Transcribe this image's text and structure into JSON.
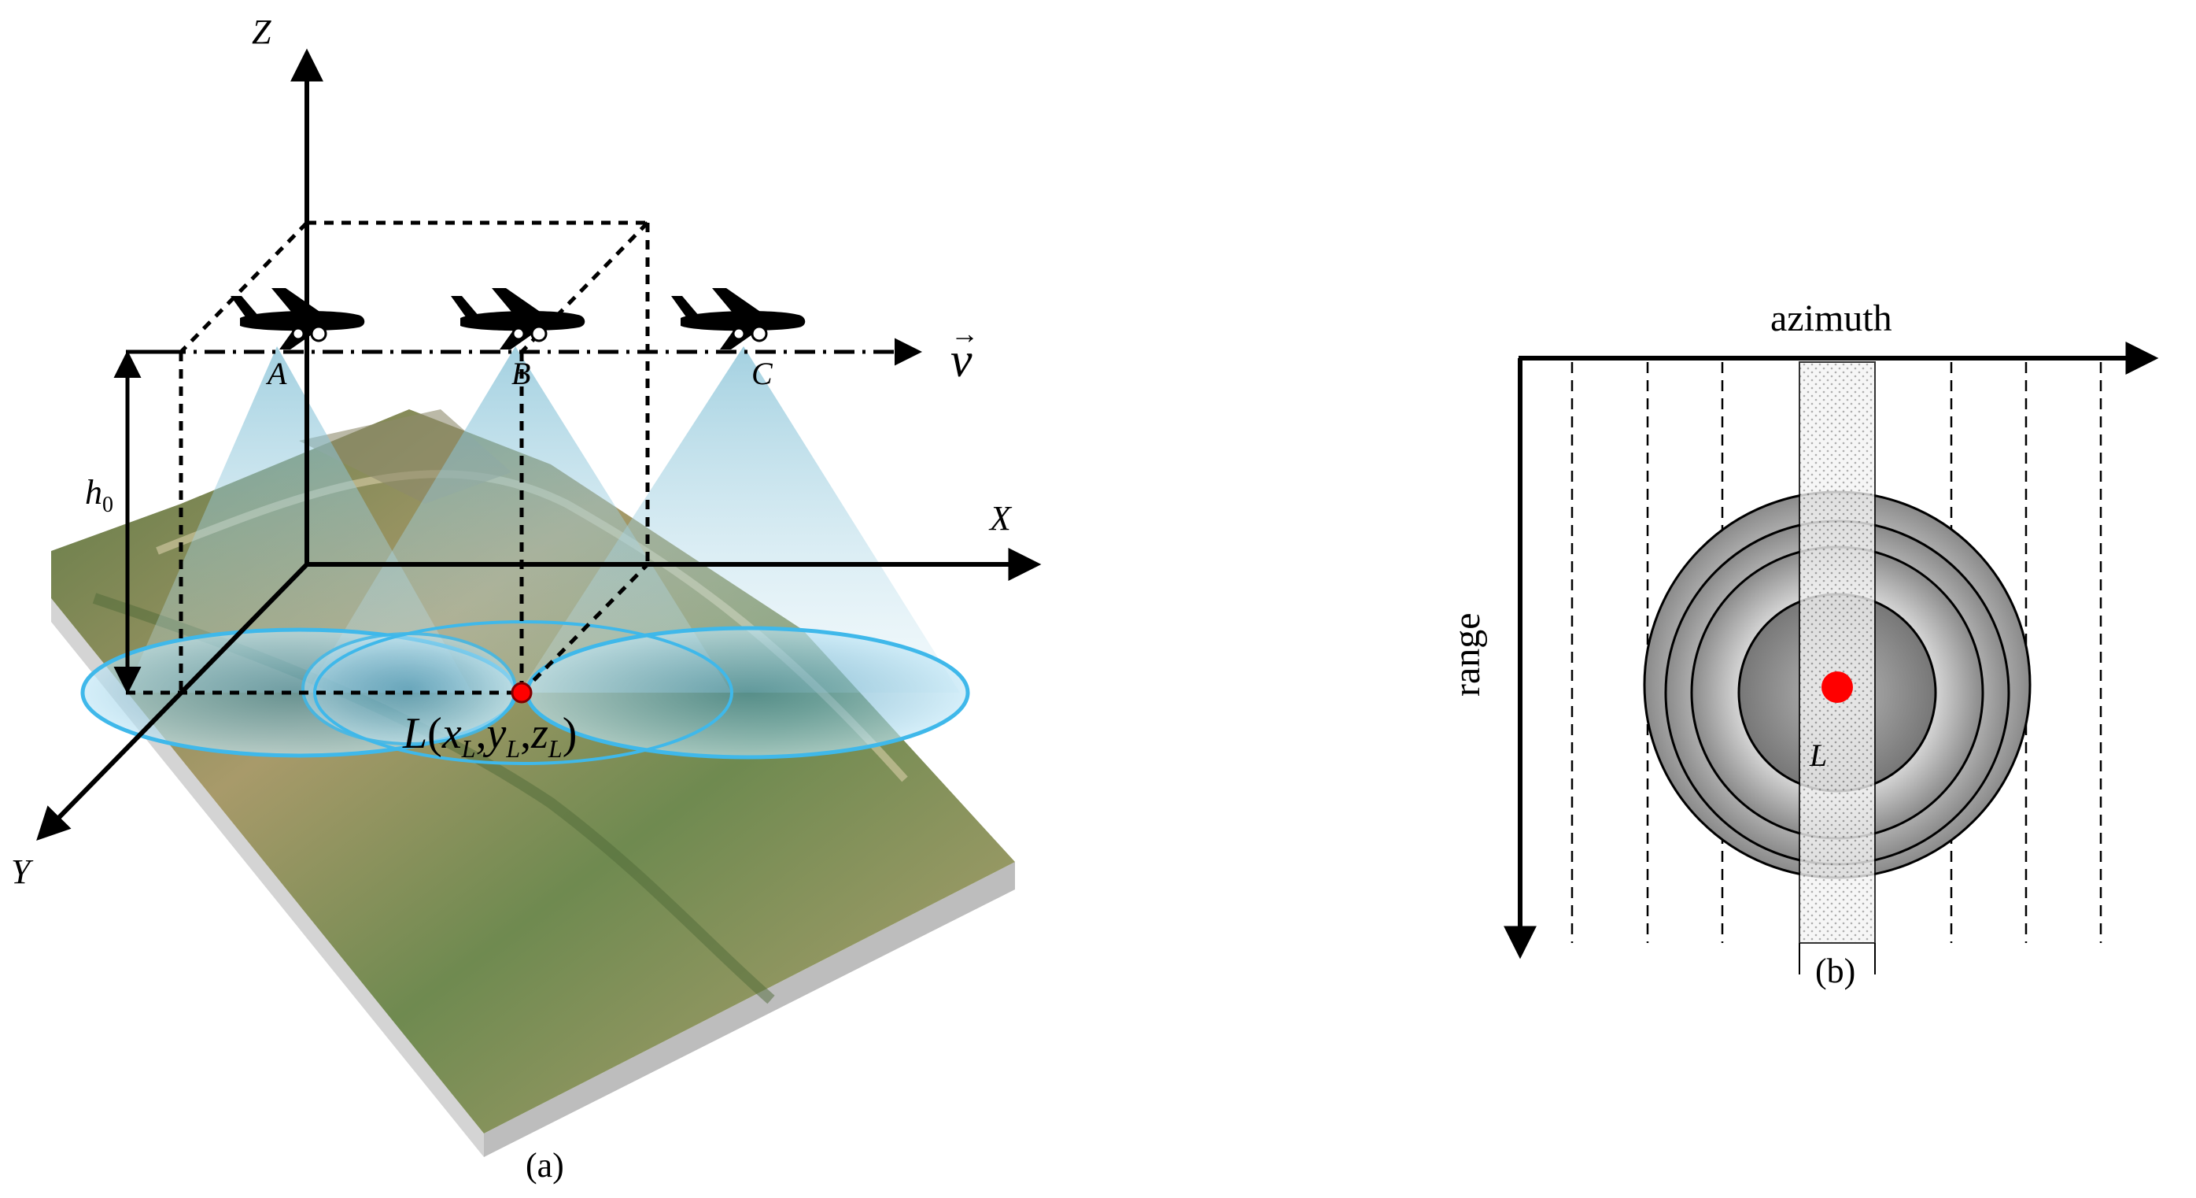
{
  "panel_a": {
    "axis_z": "Z",
    "axis_x": "X",
    "axis_y": "Y",
    "height": "h",
    "height_sub": "0",
    "velocity": "v",
    "velocity_arrow": "→",
    "positions": [
      "A",
      "B",
      "C"
    ],
    "target": {
      "name": "L",
      "open": "(",
      "x": "x",
      "x_sub": "L",
      "sep1": ",",
      "y": "y",
      "y_sub": "L",
      "sep2": ",",
      "z": "z",
      "z_sub": "L",
      "close": ")"
    },
    "caption": "(a)"
  },
  "panel_b": {
    "azimuth_label": "azimuth",
    "range_label": "range",
    "target_label": "L",
    "caption": "(b)"
  },
  "colors": {
    "beam": "#9fcfe0",
    "footprint_edge": "#3fb8ea",
    "target": "#ff0000",
    "terrain": "#7f9460",
    "terrain_side": "#c9c9c9"
  }
}
